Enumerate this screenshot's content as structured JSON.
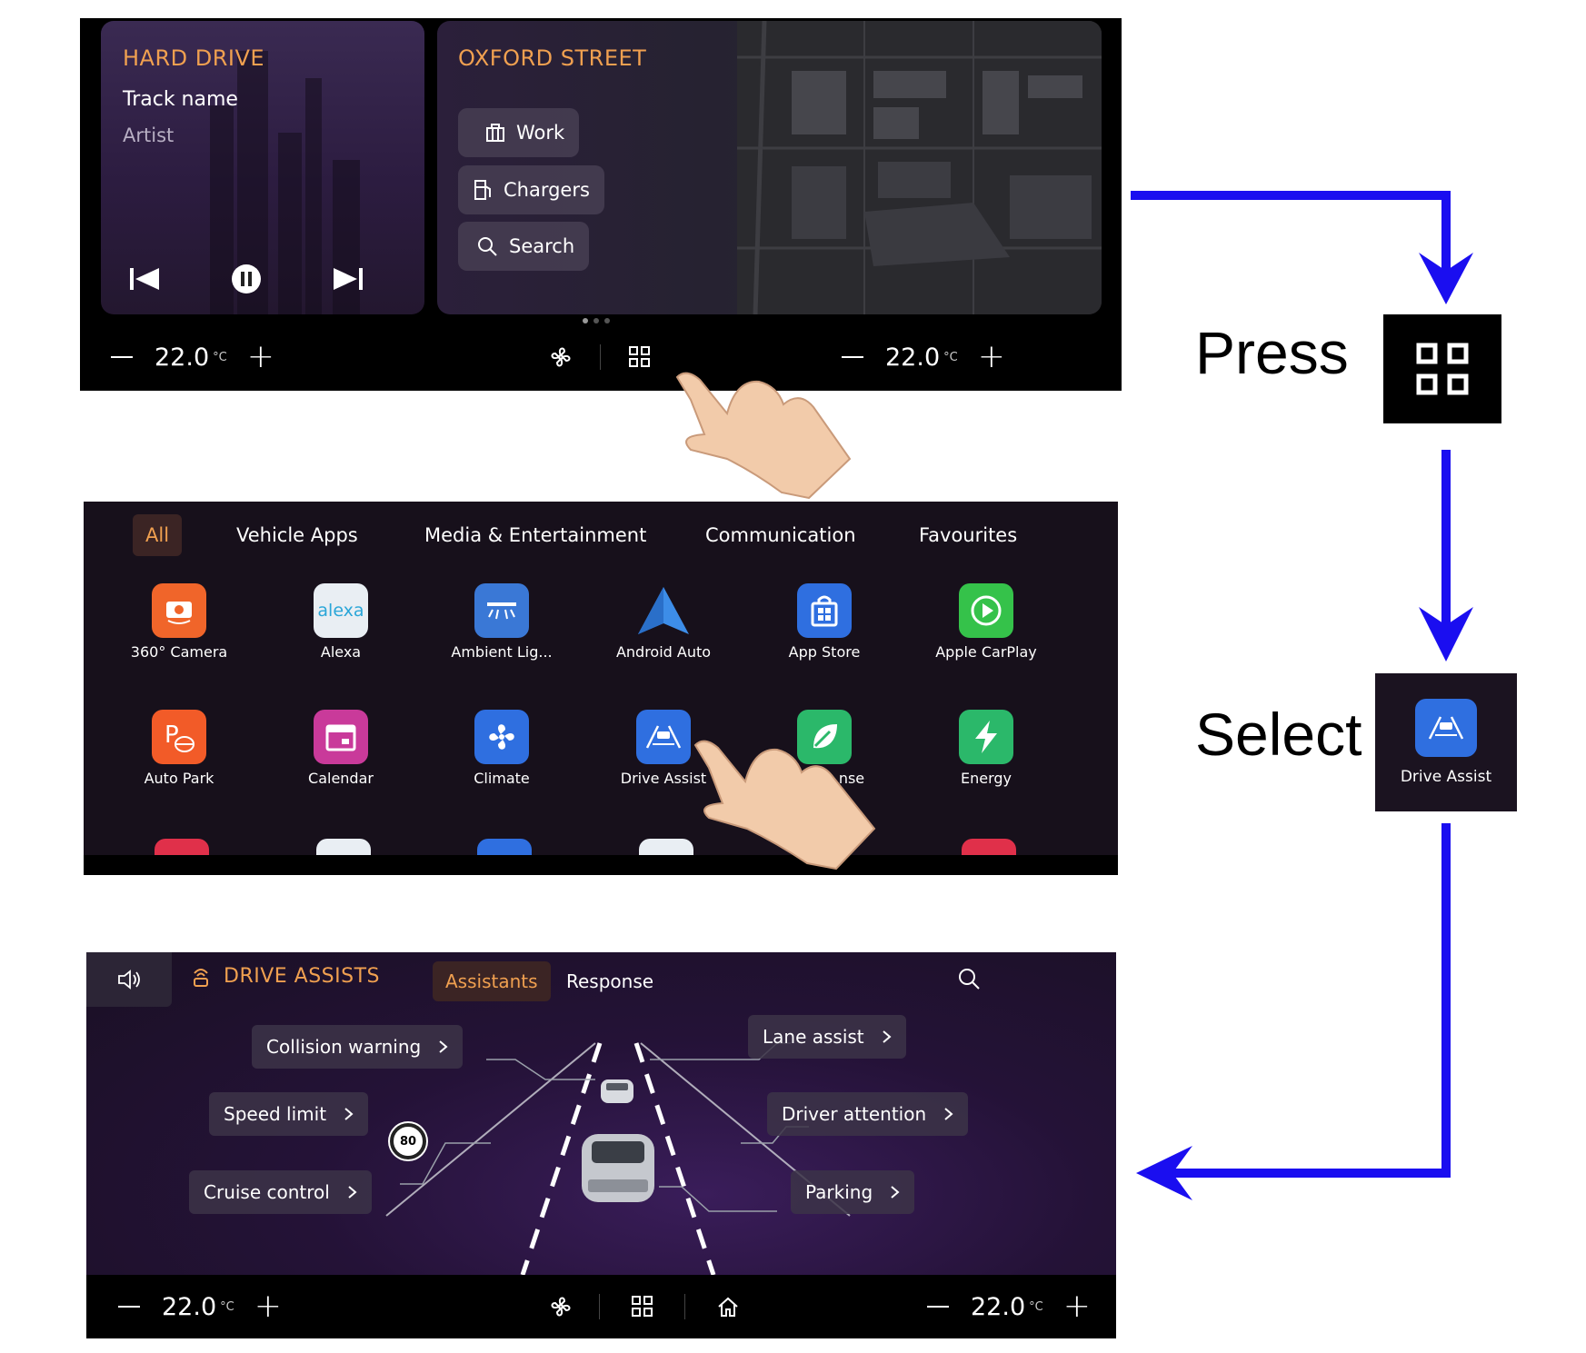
{
  "home": {
    "media": {
      "source": "HARD DRIVE",
      "track": "Track name",
      "artist": "Artist"
    },
    "nav": {
      "title": "OXFORD STREET",
      "shortcuts": [
        {
          "label": "Work"
        },
        {
          "label": "Chargers"
        },
        {
          "label": "Search"
        }
      ]
    }
  },
  "climate": {
    "left_temp": "22.0",
    "right_temp": "22.0",
    "unit": "°C"
  },
  "apps": {
    "tabs": [
      "All",
      "Vehicle Apps",
      "Media & Entertainment",
      "Communication",
      "Favourites"
    ],
    "active_tab": "All",
    "row1": [
      {
        "label": "360° Camera",
        "color": "#f0652a"
      },
      {
        "label": "Alexa",
        "color": "#e9eef3"
      },
      {
        "label": "Ambient Lig...",
        "color": "#3a78d6"
      },
      {
        "label": "Android Auto",
        "color": "#3d8de8"
      },
      {
        "label": "App Store",
        "color": "#2f6fe0"
      },
      {
        "label": "Apple CarPlay",
        "color": "#35c24a"
      }
    ],
    "row2": [
      {
        "label": "Auto Park",
        "color": "#f25b28"
      },
      {
        "label": "Calendar",
        "color": "#c93a9a"
      },
      {
        "label": "Climate",
        "color": "#2f6fe0"
      },
      {
        "label": "Drive Assist",
        "color": "#2f6fe0"
      },
      {
        "label": "nse",
        "color": "#2bb86a"
      },
      {
        "label": "Energy",
        "color": "#2bb86a"
      }
    ]
  },
  "drive_assists": {
    "title": "DRIVE ASSISTS",
    "tabs": [
      "Assistants",
      "Response"
    ],
    "left_features": [
      "Collision warning",
      "Speed limit",
      "Cruise control"
    ],
    "right_features": [
      "Lane assist",
      "Driver attention",
      "Parking"
    ],
    "speed_limit": "80"
  },
  "annotations": {
    "press": "Press",
    "select": "Select",
    "select_app_label": "Drive Assist"
  },
  "colors": {
    "accent": "#f0a050",
    "arrow": "#1a0ef0"
  }
}
